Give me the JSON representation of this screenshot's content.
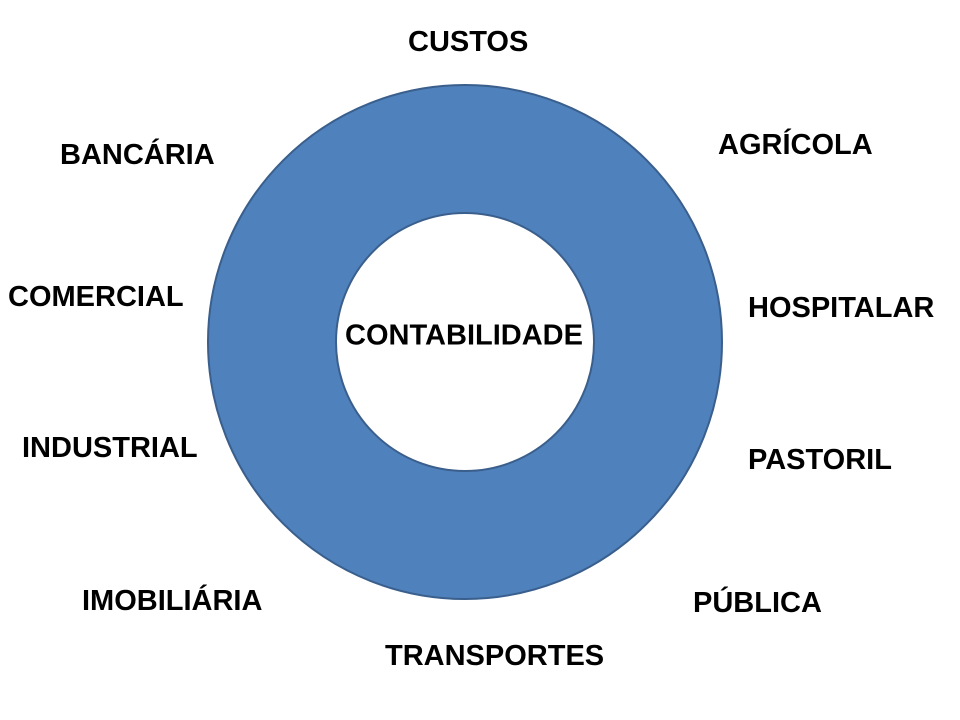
{
  "diagram": {
    "center": {
      "label": "CONTABILIDADE"
    },
    "ring": {
      "fill": "#4f81bd",
      "stroke": "#3a5f8c",
      "inner_fill": "#ffffff"
    },
    "branches": [
      {
        "id": "custos",
        "label": "CUSTOS"
      },
      {
        "id": "agricola",
        "label": "AGRÍCOLA"
      },
      {
        "id": "hospitalar",
        "label": "HOSPITALAR"
      },
      {
        "id": "pastoril",
        "label": "PASTORIL"
      },
      {
        "id": "publica",
        "label": "PÚBLICA"
      },
      {
        "id": "transportes",
        "label": "TRANSPORTES"
      },
      {
        "id": "imobiliaria",
        "label": "IMOBILIÁRIA"
      },
      {
        "id": "industrial",
        "label": "INDUSTRIAL"
      },
      {
        "id": "comercial",
        "label": "COMERCIAL"
      },
      {
        "id": "bancaria",
        "label": "BANCÁRIA"
      }
    ]
  }
}
